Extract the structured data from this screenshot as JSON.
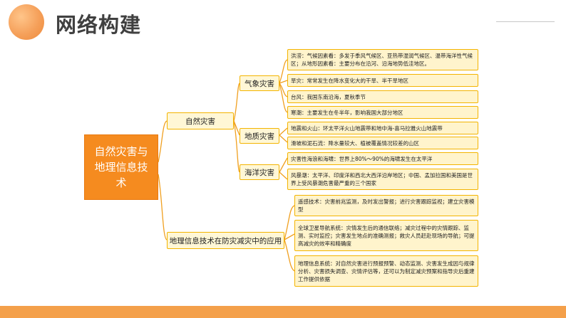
{
  "header": {
    "title": "网络构建"
  },
  "root": {
    "label": "自然灾害与地理信息技术"
  },
  "branches": {
    "natural": {
      "label": "自然灾害",
      "sub": {
        "meteo": {
          "label": "气象灾害",
          "leaves": [
            "洪涝：气候因素看：多发于季风气候区、亚热带湿润气候区、温带海洋性气候区；从地形因素看：主要分布在沿河、沿海地势低洼地区。",
            "旱灾：常常发生在降水变化大的干旱、半干旱地区",
            "台风：我国东南沿海，夏秋季节",
            "寒潮：主要发生在冬半年，影响我国大部分地区"
          ]
        },
        "geo": {
          "label": "地质灾害",
          "leaves": [
            "地震和火山：环太平洋火山地震带和地中海-喜马拉雅火山地震带",
            "滑坡和泥石流：降水量较大、植被覆盖情况较差的山区"
          ]
        },
        "ocean": {
          "label": "海洋灾害",
          "leaves": [
            "灾害性海浪和海啸：世界上80%～90%的海啸发生在太平洋",
            "风暴潮：太平洋、印度洋和西北大西洋沿岸地区；中国、孟加拉国和美国是世界上受风暴潮危害最严重的三个国家"
          ]
        }
      }
    },
    "gis": {
      "label": "地理信息技术在防灾减灾中的应用",
      "leaves": [
        "遥感技术：灾害前兆监测，及时发出警报；进行灾害跟踪监视；建立灾害模型",
        "全球卫星导航系统：灾情发生后的通信联络；减灾过程中的灾情跟踪、监测、实时监控；灾害发生地点的准确测报；救灾人员赶赴现场的导航；可提高减灾的效率和精确度",
        "地理信息系统：对自然灾害进行预报预警、动态监测、灾害发生成因与规律分析、灾害损失调查、灾情评估等，还可以为制定减灾预案和指导灾后重建工作提供依据"
      ]
    }
  }
}
